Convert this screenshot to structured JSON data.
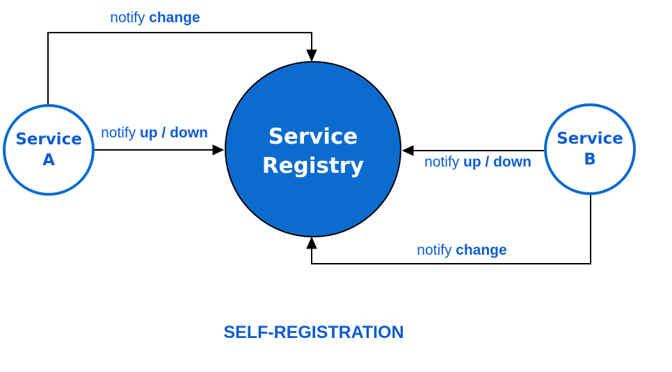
{
  "title": "SELF-REGISTRATION",
  "colors": {
    "fill_blue": "#0c6bce",
    "stroke_blue": "#0c6bce",
    "text_blue": "#0d5cd1",
    "line_black": "#000000",
    "node_text_white": "#ffffff"
  },
  "nodes": {
    "registry": {
      "label": "Service Registry"
    },
    "service_a": {
      "line1": "Service",
      "line2": "A"
    },
    "service_b": {
      "line1": "Service",
      "line2": "B"
    }
  },
  "edges": {
    "a_change": {
      "prefix": "notify",
      "bold": "change"
    },
    "a_updown": {
      "prefix": "notify",
      "bold": "up / down"
    },
    "b_updown": {
      "prefix": "notify",
      "bold": "up / down"
    },
    "b_change": {
      "prefix": "notify",
      "bold": "change"
    }
  }
}
